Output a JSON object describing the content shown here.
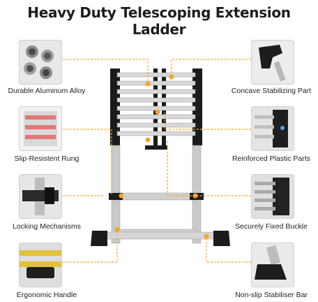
{
  "title": "Heavy Duty Telescoping Extension Ladder",
  "features": {
    "left": [
      {
        "label": "Durable Aluminum Alloy",
        "icon": "aluminum-tubes-icon"
      },
      {
        "label": "Slip-Resistent Rung",
        "icon": "rung-icon"
      },
      {
        "label": "Locking Mechanisms",
        "icon": "lock-icon"
      },
      {
        "label": "Ergonomic Handle",
        "icon": "handle-icon"
      }
    ],
    "right": [
      {
        "label": "Concave Stabilizing Part",
        "icon": "stabilizer-icon"
      },
      {
        "label": "Reinforced Plastic Parts",
        "icon": "plastic-parts-icon"
      },
      {
        "label": "Securely Fixed Buckle",
        "icon": "buckle-icon"
      },
      {
        "label": "Non-slip Stabiliser Bar",
        "icon": "foot-icon"
      }
    ]
  },
  "colors": {
    "accent": "#f5a623",
    "ladder_black": "#1b1b1b",
    "ladder_silver": "#c9c9c9"
  }
}
